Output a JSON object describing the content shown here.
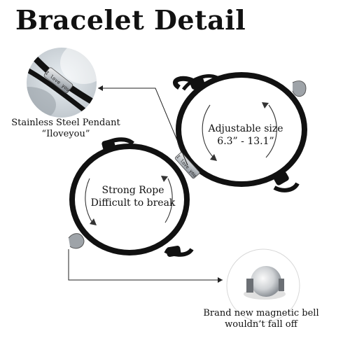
{
  "title": "Bracelet Detail",
  "callouts": {
    "pendant": [
      "Stainless Steel Pendant",
      "“Iloveyou”"
    ],
    "adjustable": [
      "Adjustable size",
      "6.3” - 13.1”"
    ],
    "rope": [
      "Strong Rope",
      "Difficult to break"
    ],
    "magnet": [
      "Brand new magnetic bell",
      "wouldn’t fall off"
    ]
  },
  "engraving": "I love you",
  "colors": {
    "rope": "#111111",
    "steel": "#c4c8cc",
    "text": "#111111",
    "arrow": "#222222"
  }
}
